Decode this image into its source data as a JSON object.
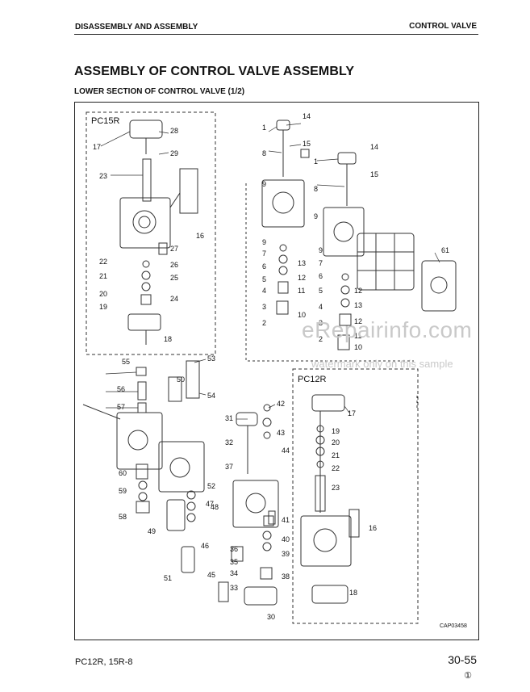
{
  "header": {
    "section": "DISASSEMBLY AND ASSEMBLY",
    "topic": "CONTROL VALVE"
  },
  "title": "ASSEMBLY OF CONTROL VALVE ASSEMBLY",
  "subtitle": "LOWER SECTION OF CONTROL VALVE (1/2)",
  "figure": {
    "model_labels": [
      "PC15R",
      "PC12R"
    ],
    "drawing_code": "CAP03458",
    "part_numbers": [
      "1",
      "2",
      "3",
      "4",
      "5",
      "6",
      "7",
      "8",
      "9",
      "10",
      "11",
      "12",
      "13",
      "14",
      "15",
      "16",
      "17",
      "18",
      "19",
      "20",
      "21",
      "22",
      "23",
      "24",
      "25",
      "26",
      "27",
      "28",
      "29",
      "30",
      "31",
      "32",
      "33",
      "34",
      "35",
      "36",
      "37",
      "38",
      "39",
      "40",
      "41",
      "42",
      "43",
      "44",
      "45",
      "46",
      "47",
      "48",
      "49",
      "50",
      "51",
      "52",
      "53",
      "54",
      "55",
      "56",
      "57",
      "58",
      "59",
      "60",
      "61"
    ]
  },
  "watermark": {
    "site": "eRepairinfo.com",
    "note": "watermark only on this sample"
  },
  "footer": {
    "model": "PC12R, 15R-8",
    "page": "30-55",
    "revision": "①"
  }
}
